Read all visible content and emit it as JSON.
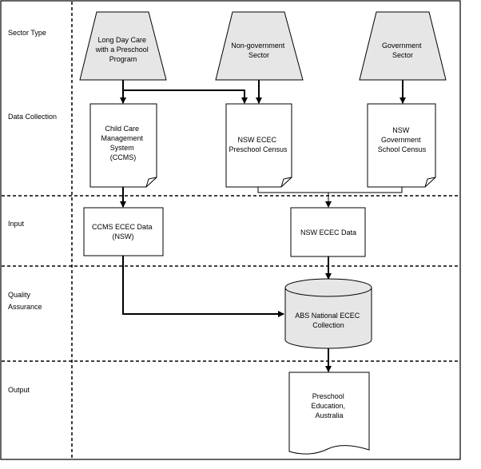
{
  "lanes": {
    "sector_type": "Sector Type",
    "data_collection": "Data Collection",
    "input": "Input",
    "quality_assurance": [
      "Quality",
      "Assurance"
    ],
    "output": "Output"
  },
  "sectors": {
    "long_day_care": [
      "Long Day Care",
      "with a Preschool",
      "Program"
    ],
    "non_government": [
      "Non-government",
      "Sector"
    ],
    "government": [
      "Government",
      "Sector"
    ]
  },
  "collections": {
    "ccms": [
      "Child Care",
      "Management",
      "System",
      "(CCMS)"
    ],
    "ecec_preschool_census": [
      "NSW ECEC",
      "Preschool Census"
    ],
    "government_school_census": [
      "NSW",
      "Government",
      "School Census"
    ]
  },
  "inputs": {
    "ccms_ecec_data": [
      "CCMS ECEC Data",
      "(NSW)"
    ],
    "nsw_ecec_data": "NSW ECEC Data"
  },
  "qa": {
    "abs_collection": [
      "ABS National ECEC",
      "Collection"
    ]
  },
  "outputs": {
    "preschool_education": [
      "Preschool",
      "Education,",
      "Australia"
    ]
  },
  "colors": {
    "shape_fill": "#e6e6e6",
    "stroke": "#000000",
    "background": "#ffffff"
  }
}
